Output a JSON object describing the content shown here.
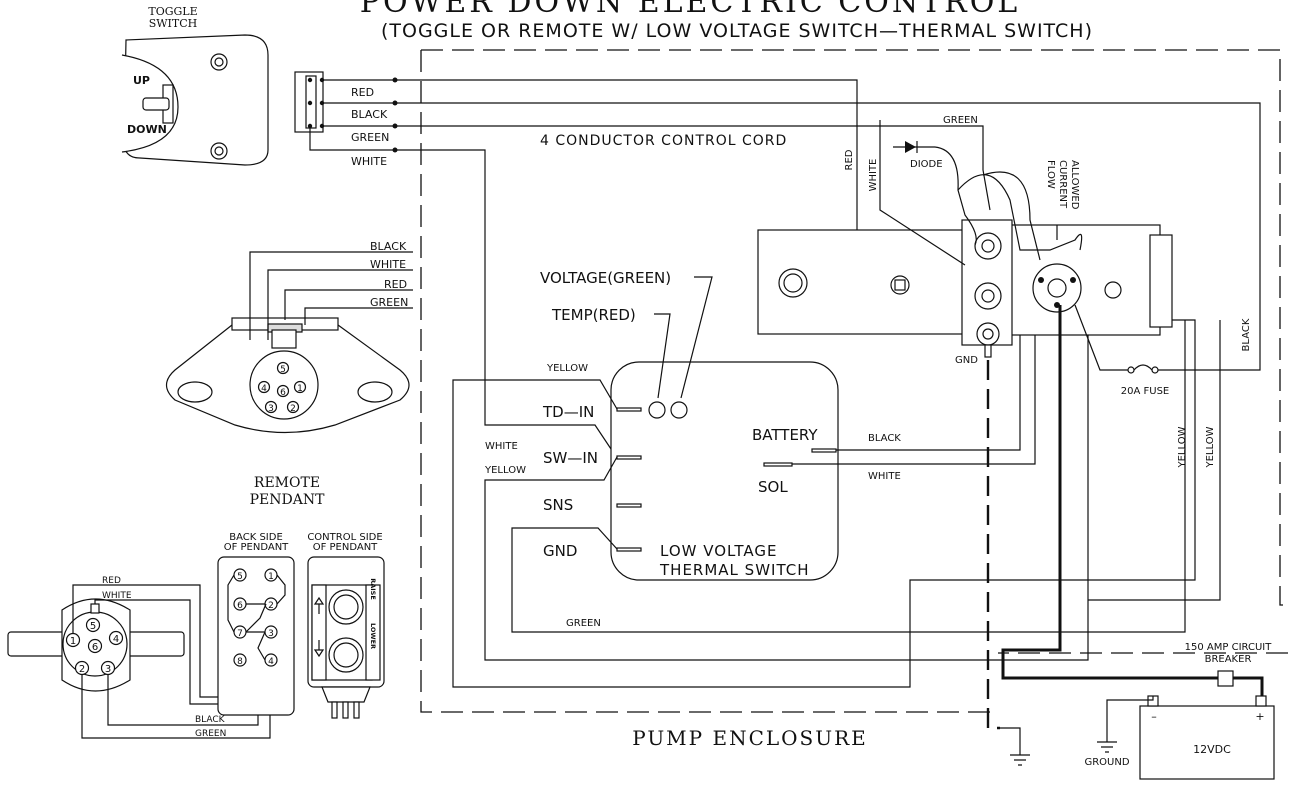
{
  "title": "POWER DOWN ELECTRIC CONTROL",
  "subtitle": "(TOGGLE OR REMOTE W/ LOW VOLTAGE SWITCH—THERMAL SWITCH)",
  "toggle": {
    "title_line1": "TOGGLE",
    "title_line2": "SWITCH",
    "up": "UP",
    "down": "DOWN"
  },
  "cord": {
    "red": "RED",
    "black": "BLACK",
    "green": "GREEN",
    "white": "WHITE",
    "label": "4 CONDUCTOR CONTROL CORD"
  },
  "pendant_wires": {
    "black": "BLACK",
    "white": "WHITE",
    "red": "RED",
    "green": "GREEN"
  },
  "remote_pendant": {
    "line1": "REMOTE",
    "line2": "PENDANT"
  },
  "back_side": {
    "line1": "BACK SIDE",
    "line2": "OF PENDANT"
  },
  "control_side": {
    "line1": "CONTROL SIDE",
    "line2": "OF PENDANT"
  },
  "pendant_buttons": {
    "raise": "RAISE",
    "lower": "LOWER"
  },
  "plug_wires": {
    "red": "RED",
    "white": "WHITE",
    "black": "BLACK",
    "green": "GREEN"
  },
  "pin_numbers": [
    "1",
    "2",
    "3",
    "4",
    "5",
    "6",
    "7",
    "8"
  ],
  "lvts": {
    "voltage": "VOLTAGE(GREEN)",
    "temp": "TEMP(RED)",
    "td_in": "TD—IN",
    "sw_in": "SW—IN",
    "sns": "SNS",
    "gnd": "GND",
    "battery": "BATTERY",
    "sol": "SOL",
    "name_line1": "LOW VOLTAGE",
    "name_line2": "THERMAL SWITCH"
  },
  "wire_labels": {
    "yellow": "YELLOW",
    "white": "WHITE",
    "green": "GREEN",
    "black": "BLACK",
    "red": "RED"
  },
  "motor": {
    "diode": "DIODE",
    "allowed_line1": "ALLOWED",
    "allowed_line2": "CURRENT",
    "allowed_line3": "FLOW",
    "gnd": "GND",
    "fuse": "20A FUSE"
  },
  "breaker": {
    "line1": "150 AMP CIRCUIT",
    "line2": "BREAKER"
  },
  "battery": {
    "label": "12VDC",
    "minus": "–",
    "plus": "+"
  },
  "ground": "GROUND",
  "enclosure": "PUMP ENCLOSURE"
}
